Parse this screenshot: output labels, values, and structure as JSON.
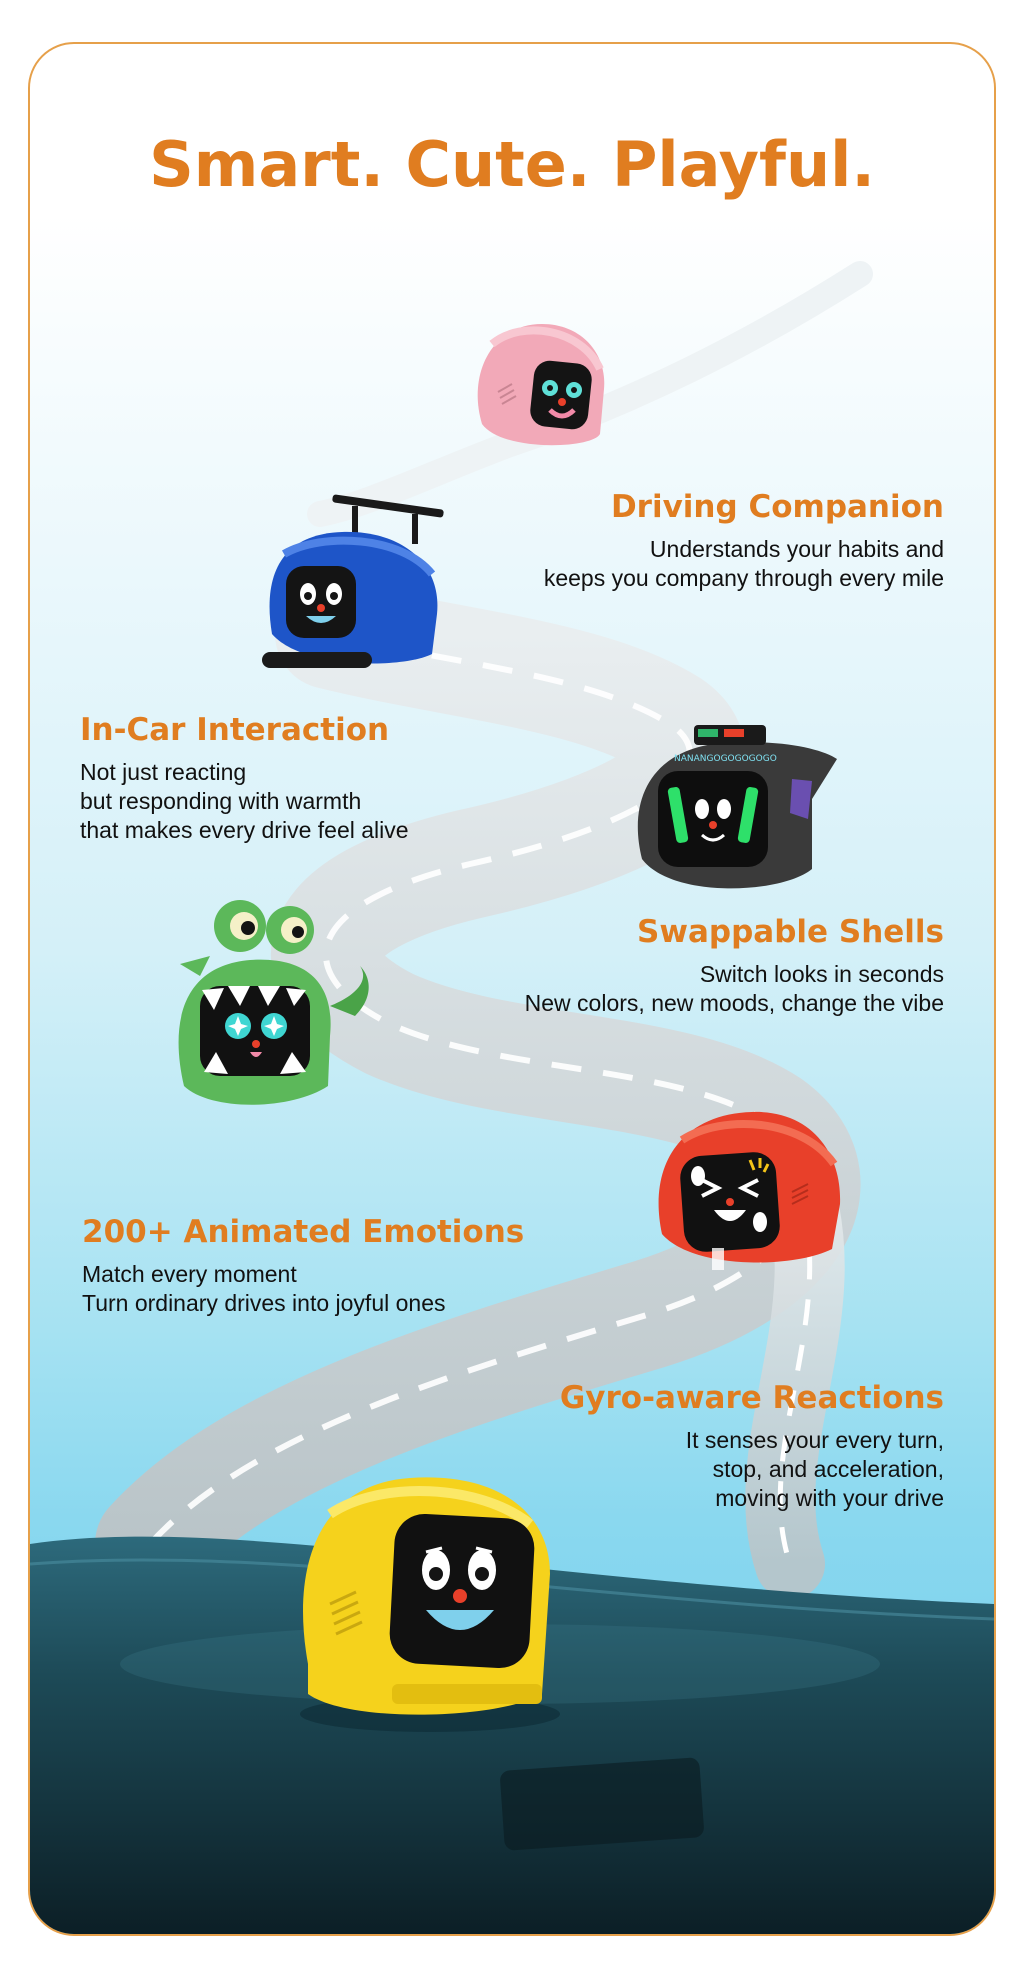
{
  "headline": "Smart. Cute. Playful.",
  "features": [
    {
      "title": "Driving Companion",
      "lines": [
        "Understands your habits and",
        "keeps you company through every mile"
      ]
    },
    {
      "title": "In-Car Interaction",
      "lines": [
        "Not just reacting",
        "but responding with warmth",
        "that makes every drive feel alive"
      ]
    },
    {
      "title": "Swappable Shells",
      "lines": [
        "Switch looks in seconds",
        "New colors, new moods, change the vibe"
      ]
    },
    {
      "title": "200+ Animated Emotions",
      "lines": [
        "Match every moment",
        "Turn ordinary drives into joyful ones"
      ]
    },
    {
      "title": "Gyro-aware Reactions",
      "lines": [
        "It senses your every turn,",
        "stop, and acceleration,",
        "moving with your drive"
      ]
    }
  ],
  "colors": {
    "accent": "#e07d20",
    "border": "#e6a04a",
    "shell_pink": "#f2a9b8",
    "shell_blue": "#1e55c8",
    "shell_black": "#3a3a3a",
    "shell_green": "#5cb85a",
    "shell_red": "#e8402a",
    "shell_yellow": "#f5d21c"
  },
  "robots": [
    "pink-robot",
    "blue-robot",
    "black-robot",
    "green-robot",
    "red-robot",
    "yellow-robot"
  ],
  "sticker_text": "NANANGOGOGOGOGO"
}
